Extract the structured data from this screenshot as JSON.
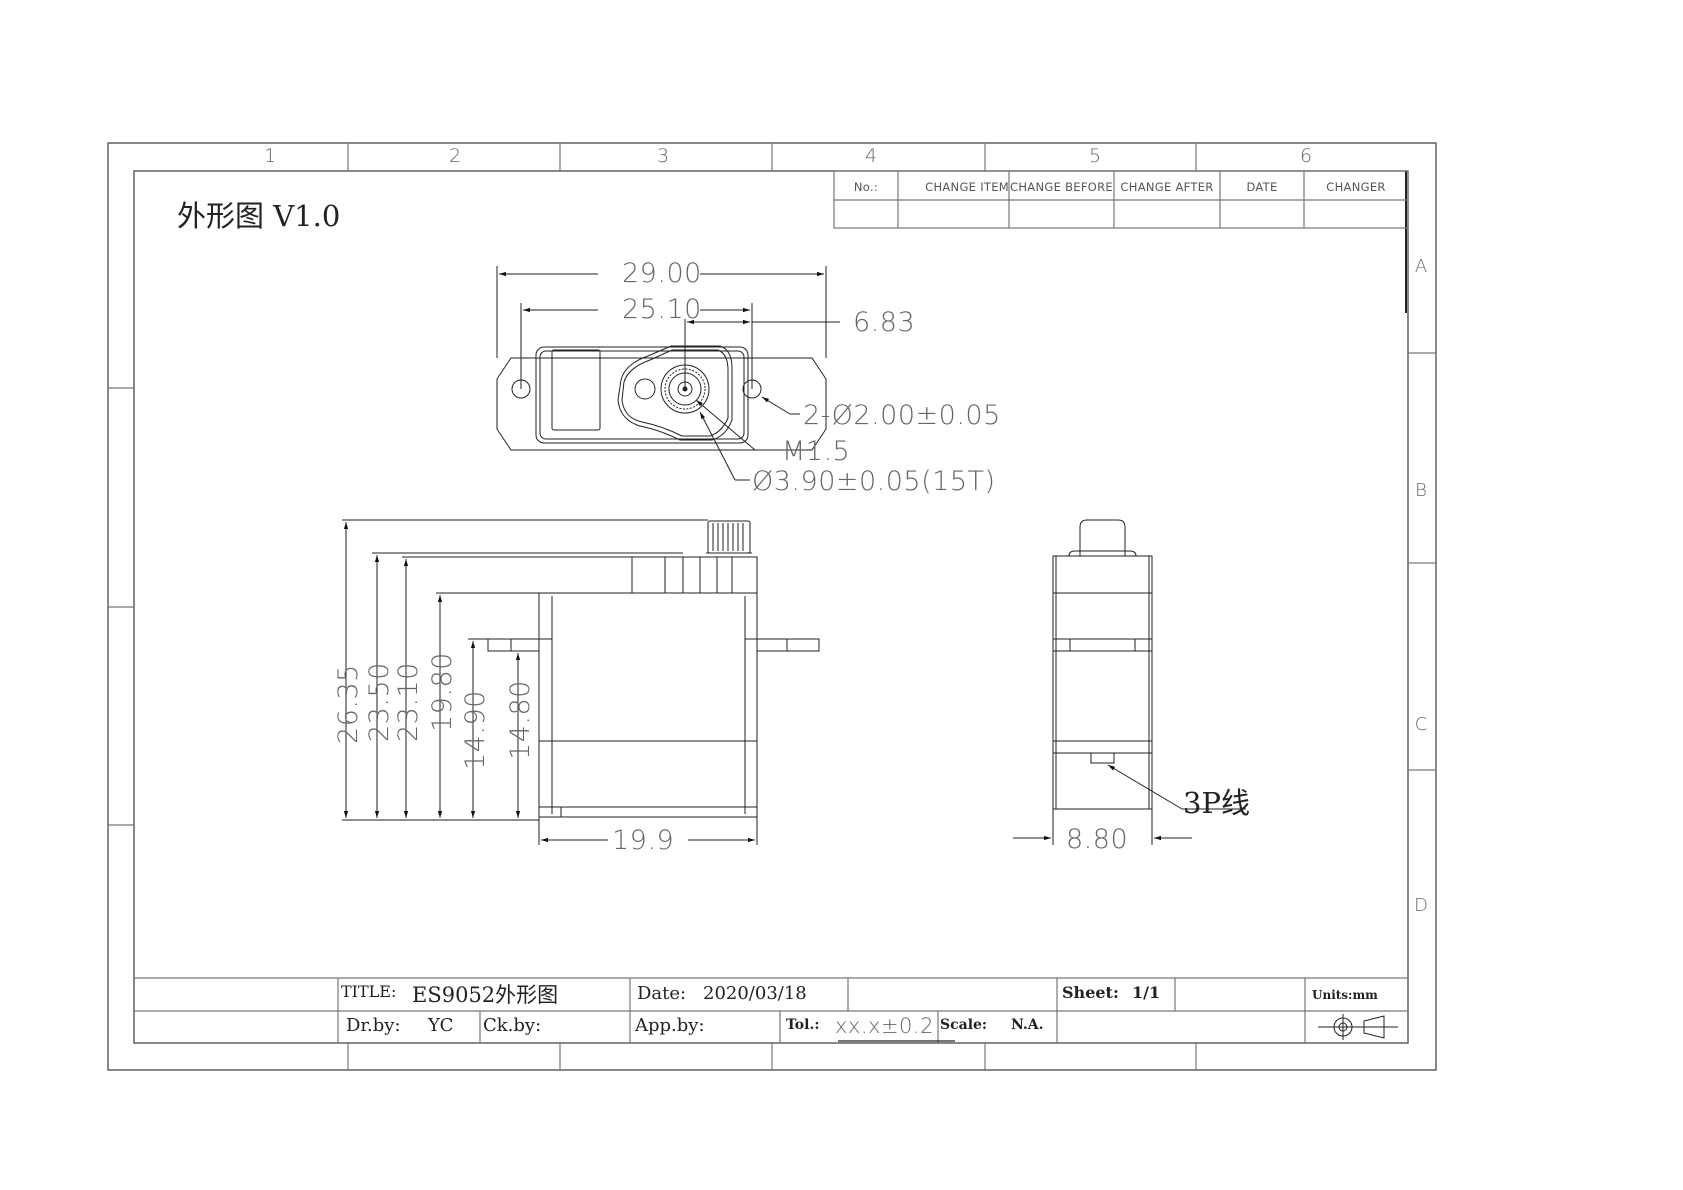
{
  "drawing": {
    "heading": "外形图 V1.0",
    "zones": {
      "columns": [
        "1",
        "2",
        "3",
        "4",
        "5",
        "6"
      ],
      "rows": [
        "A",
        "B",
        "C",
        "D"
      ]
    },
    "revision_table": {
      "headers": [
        "No.:",
        "CHANGE ITEM",
        "CHANGE BEFORE",
        "CHANGE AFTER",
        "DATE",
        "CHANGER"
      ],
      "rows": [
        [
          "",
          "",
          "",
          "",
          "",
          ""
        ]
      ]
    },
    "top_view": {
      "dimensions": {
        "overall_width": "29.00",
        "hole_spacing": "25.10",
        "shaft_offset": "6.83"
      },
      "callouts": {
        "mount_holes": "2-Ø2.00±0.05",
        "screw": "M1.5",
        "spline": "Ø3.90±0.05(15T)"
      }
    },
    "front_view": {
      "heights": [
        "26.35",
        "23.50",
        "23.10",
        "19.80",
        "14.90",
        "14.80"
      ],
      "body_width": "19.9"
    },
    "side_view": {
      "width": "8.80",
      "cable_callout": "3P线"
    },
    "title_block": {
      "title_label": "TITLE:",
      "title_value": "ES9052外形图",
      "date_label": "Date:",
      "date_value": "2020/03/18",
      "sheet_label": "Sheet:",
      "sheet_value": "1/1",
      "units": "Units:mm",
      "drawn_by_label": "Dr.by:",
      "drawn_by_value": "YC",
      "checked_by_label": "Ck.by:",
      "checked_by_value": "",
      "approved_by_label": "App.by:",
      "approved_by_value": "",
      "tolerance_label": "Tol.:",
      "tolerance_value": "xx.x±0.2",
      "scale_label": "Scale:",
      "scale_value": "N.A.",
      "projection_symbol": "first-angle-projection"
    }
  }
}
